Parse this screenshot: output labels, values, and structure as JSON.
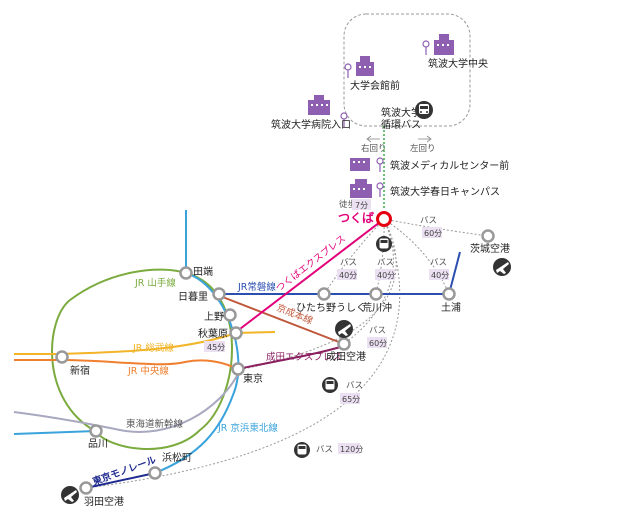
{
  "stations": {
    "tabata": "田端",
    "nippori": "日暮里",
    "ueno": "上野",
    "akihabara": "秋葉原",
    "tokyo": "東京",
    "shinjuku": "新宿",
    "shinagawa": "品川",
    "hamamatsucho": "浜松町",
    "haneda": "羽田空港",
    "tsukuba": "つくば",
    "hitachino": "ひたち野うしく",
    "arakawaoki": "荒川沖",
    "tsuchiura": "土浦",
    "narita": "成田空港",
    "ibaraki": "茨城空港"
  },
  "campus": {
    "daigaku_kaikan": "大学会館前",
    "chuo": "筑波大学中央",
    "byoin": "筑波大学病院入口",
    "loop_bus_1": "筑波大学",
    "loop_bus_2": "循環バス",
    "migi": "右回り",
    "hidari": "左回り",
    "medical": "筑波メディカルセンター前",
    "kasuga": "筑波大学春日キャンパス",
    "walk": "徒歩",
    "walk_time": "7分"
  },
  "lines": {
    "yamanote": "JR 山手線",
    "joban": "JR常磐線",
    "sobu": "JR 総武線",
    "chuo": "JR 中央線",
    "tokaido": "東海道新幹線",
    "keihin": "JR 京浜東北線",
    "monorail": "東京モノレール",
    "tx": "つくばエクスプレス",
    "keisei": "京成本線",
    "narita_exp": "成田エクスプレス"
  },
  "times": {
    "bus_label": "バス",
    "ibaraki_bus": "60分",
    "hitachino_bus": "40分",
    "arakawaoki_bus": "40分",
    "tsuchiura_bus": "40分",
    "tx_time": "45分",
    "narita_bus": "60分",
    "tokyo_bus": "65分",
    "haneda_bus": "120分"
  },
  "colors": {
    "yamanote": "#7bab3e",
    "keihin": "#3aa3dc",
    "chuo": "#f08030",
    "sobu": "#f2b428",
    "joban": "#2b4fb0",
    "tx": "#e2007a",
    "keisei": "#c0583c",
    "narita_exp": "#8a1f60",
    "tokaido": "#a8a8c0",
    "monorail": "#1e2a90",
    "campus": "#8e5fb0",
    "bus_route": "#8a8a8a",
    "badge": "#ebe0f2"
  }
}
